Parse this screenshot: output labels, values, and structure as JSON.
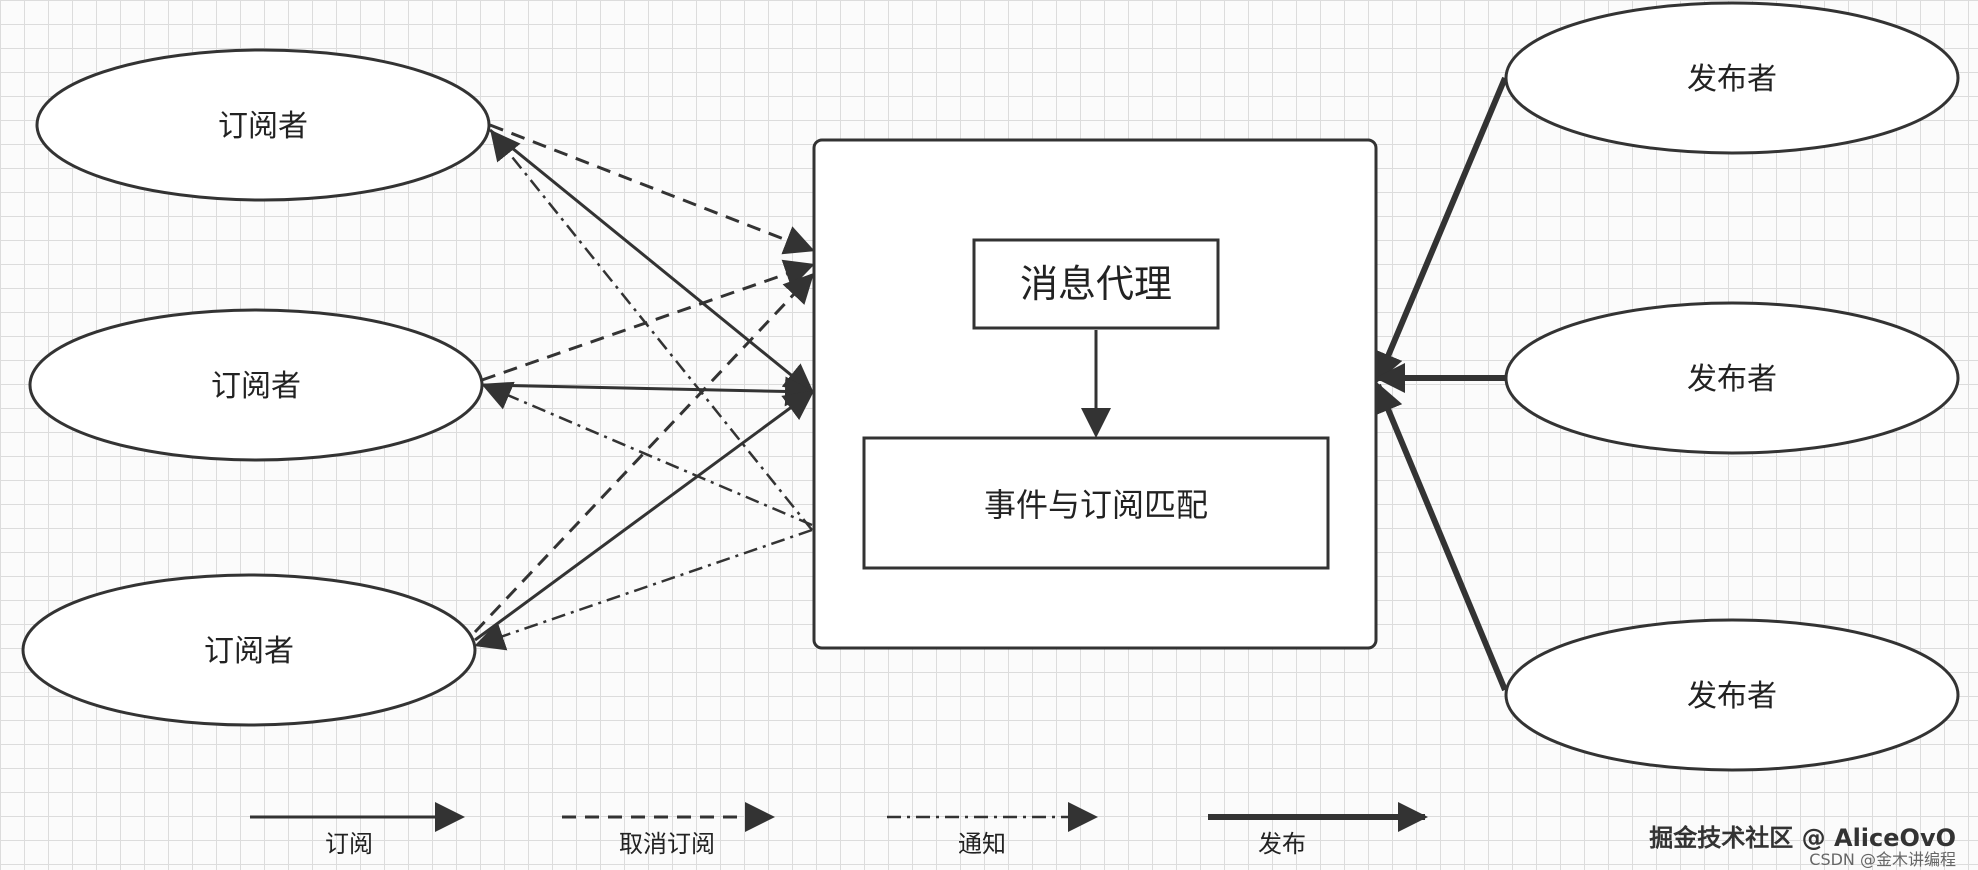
{
  "nodes": {
    "subscriber_label": "订阅者",
    "publisher_label": "发布者",
    "broker_title": "消息代理",
    "matcher_label": "事件与订阅匹配"
  },
  "legend": {
    "subscribe": "订阅",
    "unsubscribe": "取消订阅",
    "notify": "通知",
    "publish": "发布"
  },
  "watermark": {
    "primary": "掘金技术社区 @ AliceOvO",
    "secondary": "CSDN @金木讲编程"
  },
  "colors": {
    "line": "#333333",
    "grid": "#dcdcdc",
    "fill": "#ffffff"
  }
}
